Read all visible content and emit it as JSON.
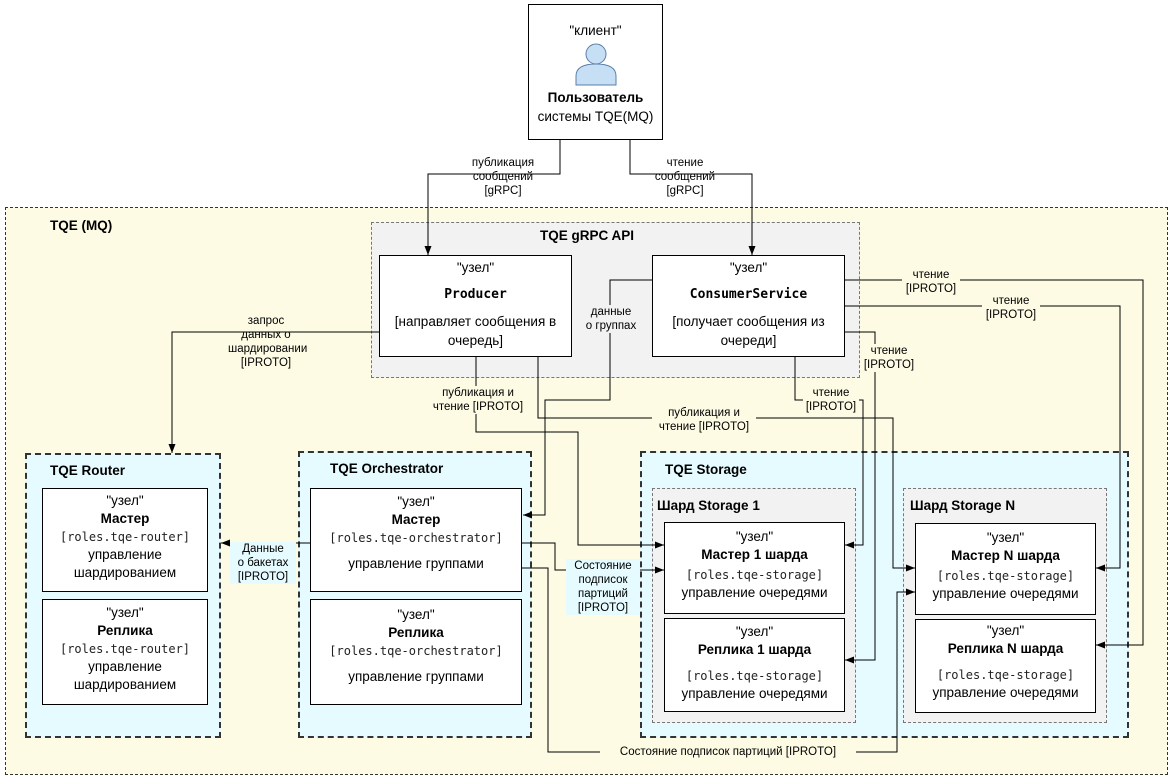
{
  "client": {
    "role": "\"клиент\"",
    "title": "Пользователь",
    "subtitle": "системы TQE(MQ)"
  },
  "groups": {
    "tqe": "TQE (MQ)",
    "grpc_api": "TQE gRPC API",
    "router": "TQE Router",
    "orchestrator": "TQE Orchestrator",
    "storage": "TQE Storage",
    "shard1": "Шард Storage 1",
    "shardN": "Шард Storage N"
  },
  "nodes": {
    "producer": {
      "role": "\"узел\"",
      "name": "Producer",
      "desc": "[направляет сообщения в очередь]"
    },
    "consumer": {
      "role": "\"узел\"",
      "name": "ConsumerService",
      "desc": "[получает сообщения из очереди]"
    },
    "router_master": {
      "role": "\"узел\"",
      "name": "Мастер",
      "roles": "[roles.tqe-router]",
      "desc": "управление шардированием"
    },
    "router_replica": {
      "role": "\"узел\"",
      "name": "Реплика",
      "roles": "[roles.tqe-router]",
      "desc": "управление шардированием"
    },
    "orch_master": {
      "role": "\"узел\"",
      "name": "Мастер",
      "roles": "[roles.tqe-orchestrator]",
      "desc": "управление группами"
    },
    "orch_replica": {
      "role": "\"узел\"",
      "name": "Реплика",
      "roles": "[roles.tqe-orchestrator]",
      "desc": "управление группами"
    },
    "s1_master": {
      "role": "\"узел\"",
      "name": "Мастер 1 шарда",
      "roles": "[roles.tqe-storage]",
      "desc": "управление очередями"
    },
    "s1_replica": {
      "role": "\"узел\"",
      "name": "Реплика 1 шарда",
      "roles": "[roles.tqe-storage]",
      "desc": "управление очередями"
    },
    "sN_master": {
      "role": "\"узел\"",
      "name": "Мастер N шарда",
      "roles": "[roles.tqe-storage]",
      "desc": "управление очередями"
    },
    "sN_replica": {
      "role": "\"узел\"",
      "name": "Реплика N шарда",
      "roles": "[roles.tqe-storage]",
      "desc": "управление очередями"
    }
  },
  "edges": {
    "publish": [
      "публикация",
      "сообщений",
      "[gRPC]"
    ],
    "read": [
      "чтение",
      "сообщений",
      "[gRPC]"
    ],
    "sharding_req": [
      "запрос",
      "данных о",
      "шардировании",
      "[IPROTO]"
    ],
    "groups_data": [
      "данные",
      "о группах"
    ],
    "pub_read_1": [
      "публикация и",
      "чтение [IPROTO]"
    ],
    "pub_read_2": [
      "публикация и",
      "чтение [IPROTO]"
    ],
    "read_1": [
      "чтение",
      "[IPROTO]"
    ],
    "read_2": [
      "чтение",
      "[IPROTO]"
    ],
    "read_3": [
      "чтение",
      "[IPROTO]"
    ],
    "read_4": [
      "чтение",
      "[IPROTO]"
    ],
    "buckets": [
      "Данные",
      "о бакетах",
      "[IPROTO]"
    ],
    "sub_state": [
      "Состояние",
      "подписок",
      "партиций",
      "[IPROTO]"
    ],
    "sub_state_bottom": "Состояние подписок партиций [IPROTO]"
  },
  "colors": {
    "outer_fill": "#fdfbe4",
    "api_fill": "#f2f2f2",
    "blue_fill": "#e6fbff",
    "shard_fill": "#f2f2f2",
    "person_fill": "#c7dff5",
    "person_stroke": "#5a7fa8"
  }
}
